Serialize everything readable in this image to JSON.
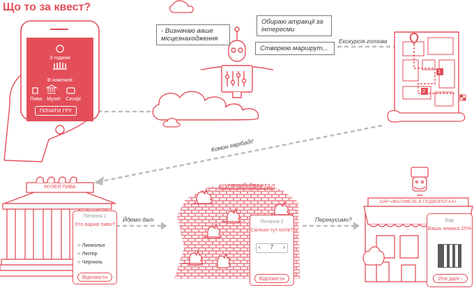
{
  "title": "Що то за квест?",
  "phone": {
    "duration": "3 години",
    "company": "В компанії",
    "cat_beer": "Пиво",
    "cat_museums": "Музеї",
    "cat_selfie": "Селфі",
    "start_button": "ПОЧАТИ ГРУ"
  },
  "bubbles": {
    "location": "- Визначаю ваше місцезнаходження",
    "attractions": "Обираю атракції за інтересми",
    "route": "Створюю маршрут..."
  },
  "labels": {
    "tour_ready": "Екскурсія готова",
    "come_on": "Комон еврібаді!",
    "go_further": "Йдемо далі",
    "snack": "Перекусимо?"
  },
  "map_markers": [
    "1",
    "2"
  ],
  "museum": {
    "sign": "МУЗЕЙ ПИВА",
    "question_no": "Питання 1",
    "question": "Хто варив пиво?",
    "options": [
      "Линкольн",
      "Лютер",
      "Черчиль"
    ],
    "answer_button": "Відповісти"
  },
  "cats": {
    "sign": "КОТЯЧИЙ КВАРТАЛ",
    "question_no": "Питання 2",
    "question": "Скільки тут котів?",
    "stepper_value": "7",
    "stepper_minus": "‹",
    "stepper_plus": "›",
    "answer_button": "Відповісти"
  },
  "bar": {
    "sign": "БАР «ФАЛАФЕЛЬ В ПОДВОРОТАХ»",
    "title": "Бар",
    "discount": "Ваша знижка 25%",
    "next_button": "Йти далі ›"
  },
  "colors": {
    "accent": "#e34e59",
    "line": "#444444",
    "dash": "#bbbbbb"
  }
}
